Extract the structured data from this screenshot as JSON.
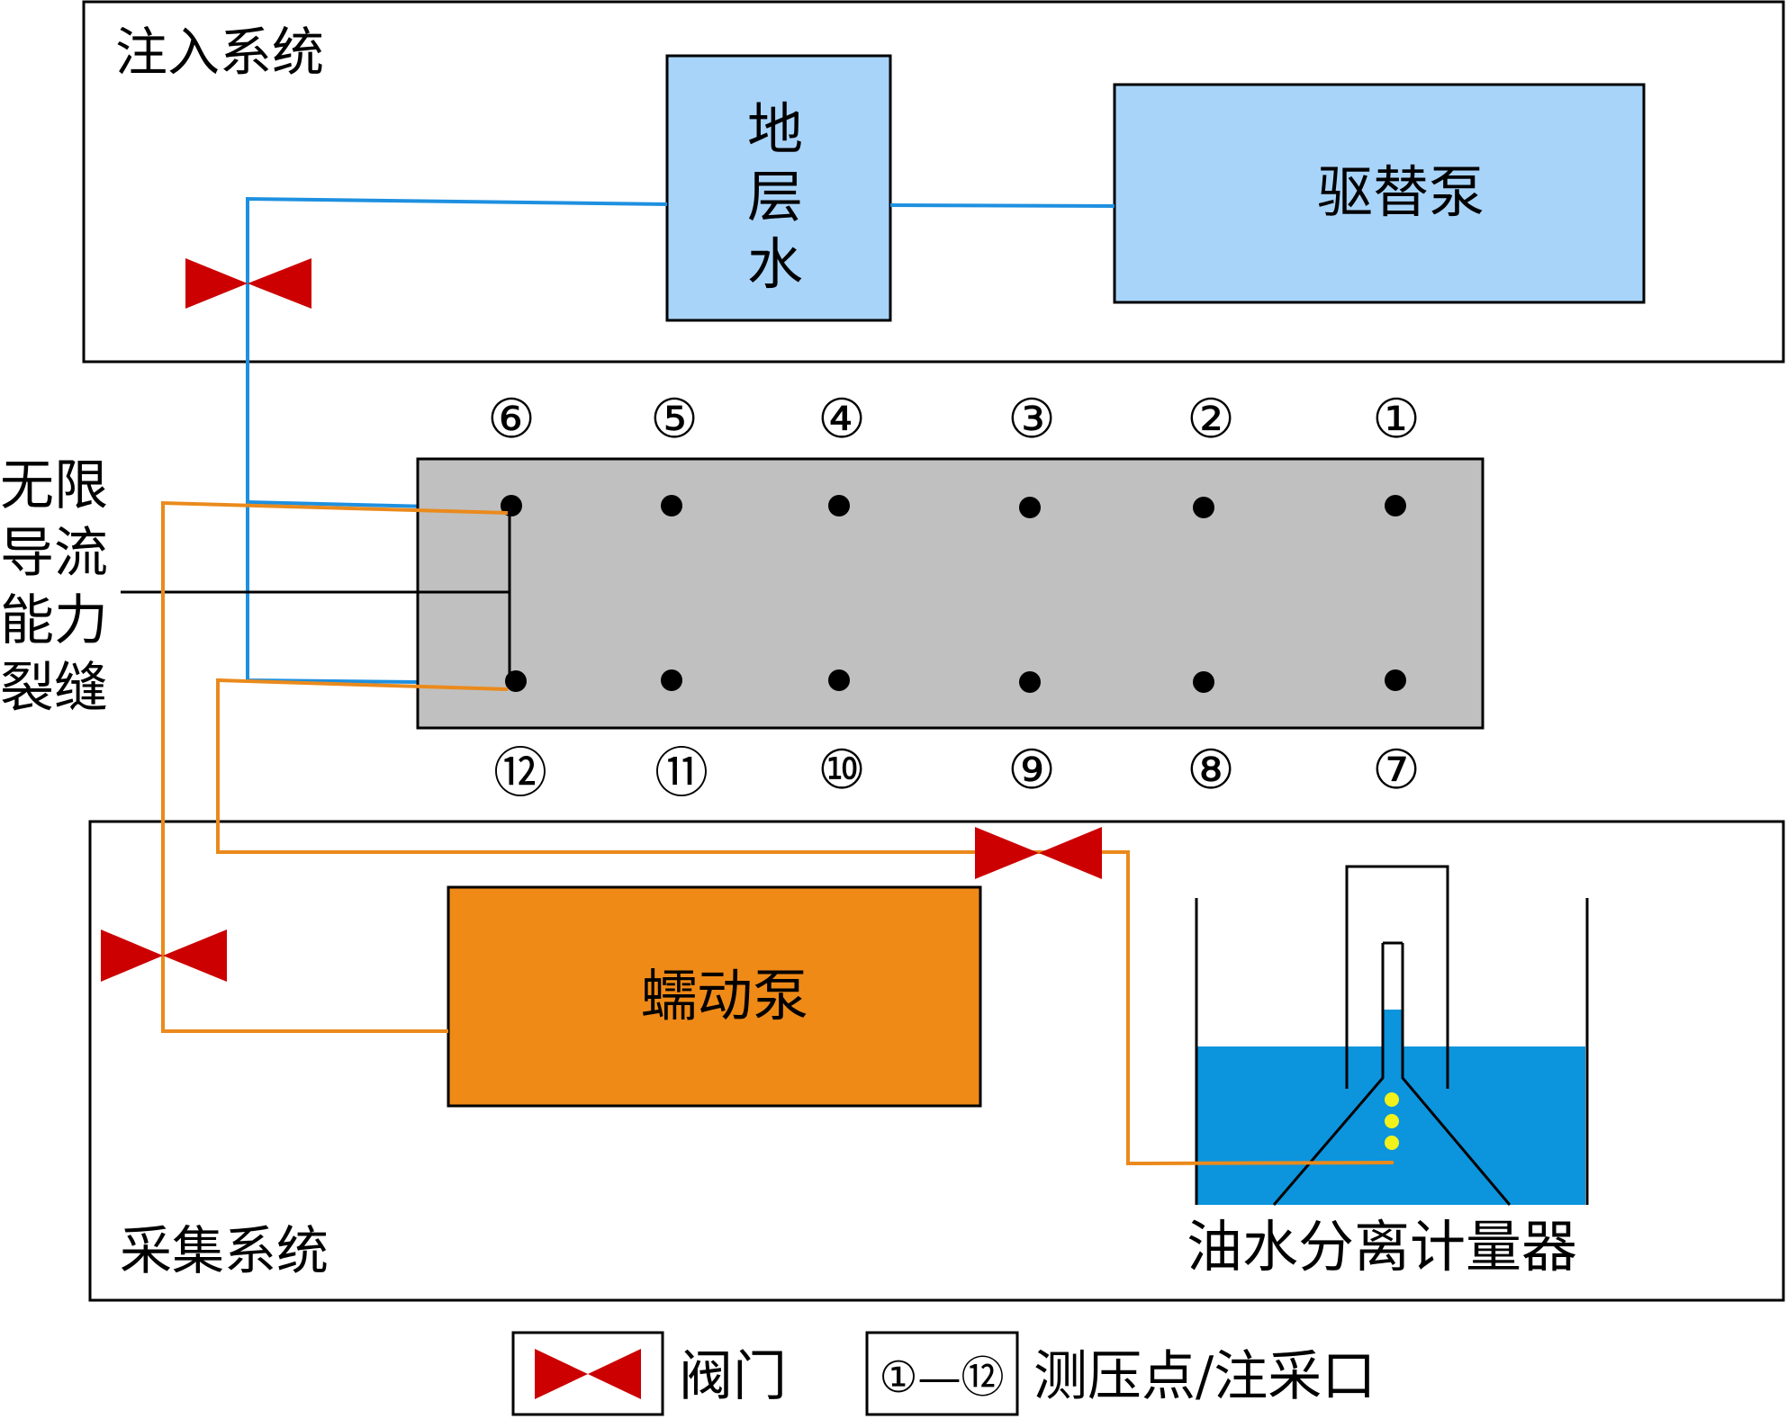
{
  "injection_system": {
    "title": "注入系统",
    "formation_water": [
      "地",
      "层",
      "水"
    ],
    "displacement_pump": "驱替泵"
  },
  "core_model": {
    "top_points": [
      "⑥",
      "⑤",
      "④",
      "③",
      "②",
      "①"
    ],
    "bottom_points": [
      "⑫",
      "⑪",
      "⑩",
      "⑨",
      "⑧",
      "⑦"
    ]
  },
  "fracture_label": [
    "无限",
    "导流",
    "能力",
    "裂缝"
  ],
  "collection_system": {
    "title": "采集系统",
    "peristaltic_pump": "蠕动泵",
    "separator": "油水分离计量器"
  },
  "legend": {
    "valve": "阀门",
    "points_symbol": "①—⑫",
    "points": "测压点/注采口"
  },
  "colors": {
    "water_line": "#1e90e0",
    "oil_line": "#ea8a1c",
    "valve": "#cc0000",
    "light_blue_box": "#a9d4fa",
    "orange_box": "#ef8a17",
    "core": "#c0c0c0",
    "water": "#0c94dd",
    "bubble": "#f2f21a"
  }
}
